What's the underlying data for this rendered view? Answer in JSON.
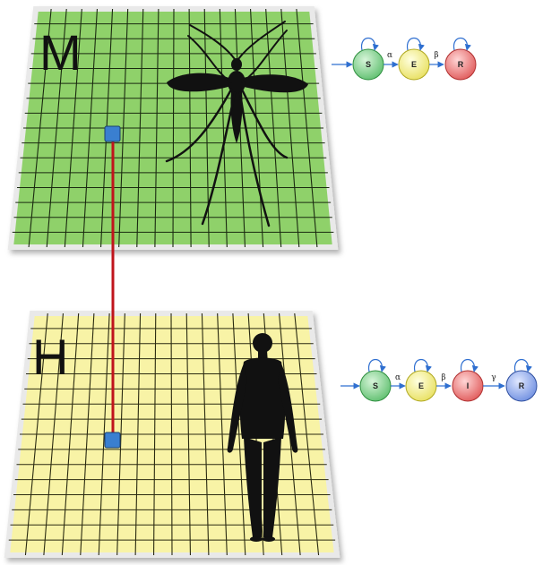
{
  "layers": [
    {
      "id": "mosquito",
      "letter": "M",
      "fill": "#8fd16a",
      "grid_color": "#1a2a10",
      "compartments": [
        {
          "label": "S",
          "color": "#6fcf7f"
        },
        {
          "label": "E",
          "color": "#f5f07a"
        },
        {
          "label": "R",
          "color": "#f07a7a"
        }
      ],
      "rates": [
        "α",
        "β"
      ]
    },
    {
      "id": "human",
      "letter": "H",
      "fill": "#f8f3a6",
      "grid_color": "#2a2a10",
      "compartments": [
        {
          "label": "S",
          "color": "#6fcf7f"
        },
        {
          "label": "E",
          "color": "#f5f07a"
        },
        {
          "label": "I",
          "color": "#f07a7a"
        },
        {
          "label": "R",
          "color": "#8aa8f0"
        }
      ],
      "rates": [
        "α",
        "β",
        "γ"
      ]
    }
  ],
  "link": {
    "color": "#c0141c",
    "node_color": "#3a7fd0"
  },
  "icons": [
    "mosquito-silhouette-icon",
    "human-silhouette-icon"
  ]
}
